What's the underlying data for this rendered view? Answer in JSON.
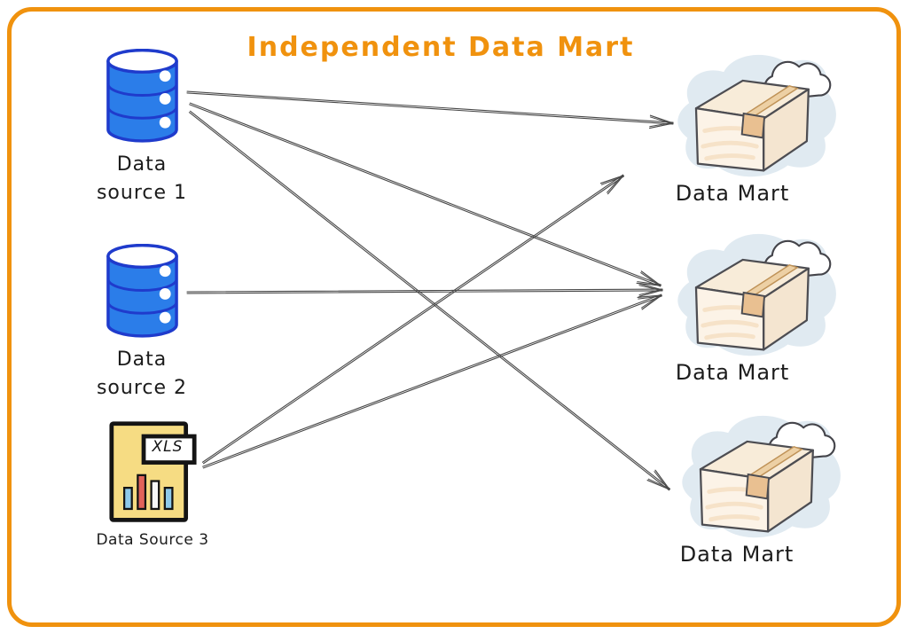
{
  "title": "Independent Data Mart",
  "colors": {
    "accent_orange": "#f0920e",
    "database_blue": "#2b7de9",
    "database_outline": "#1f3bcc",
    "file_yellow": "#f6dc83",
    "box_fill": "#fcf3e7",
    "cloud_blob": "#e0eaf1",
    "arrow_gray": "#4a4a4a",
    "label_text": "#1c1c1c"
  },
  "sources": [
    {
      "id": "ds1",
      "icon": "database-icon",
      "label_lines": [
        "Data",
        "source 1"
      ]
    },
    {
      "id": "ds2",
      "icon": "database-icon",
      "label_lines": [
        "Data",
        "source 2"
      ]
    },
    {
      "id": "ds3",
      "icon": "xls-file-icon",
      "badge": "XLS",
      "label": "Data Source 3"
    }
  ],
  "marts": [
    {
      "id": "dm1",
      "icon": "box-cloud-icon",
      "label": "Data Mart"
    },
    {
      "id": "dm2",
      "icon": "box-cloud-icon",
      "label": "Data Mart"
    },
    {
      "id": "dm3",
      "icon": "box-cloud-icon",
      "label": "Data Mart"
    }
  ],
  "connections": [
    {
      "from": "ds1",
      "to": "dm1"
    },
    {
      "from": "ds1",
      "to": "dm2"
    },
    {
      "from": "ds1",
      "to": "dm3"
    },
    {
      "from": "ds2",
      "to": "dm2"
    },
    {
      "from": "ds3",
      "to": "dm1"
    },
    {
      "from": "ds3",
      "to": "dm2"
    }
  ]
}
